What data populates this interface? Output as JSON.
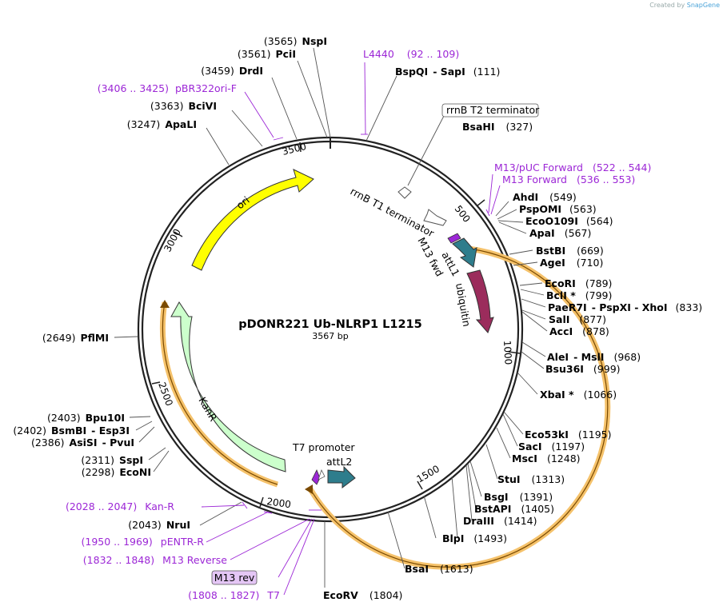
{
  "credit": {
    "prefix": "Created by",
    "brand": "SnapGene"
  },
  "plasmid": {
    "name": "pDONR221 Ub-NLRP1 L1215",
    "size": "3567 bp"
  },
  "ticks": [
    "500",
    "1000",
    "1500",
    "2000",
    "2500",
    "3000",
    "3500"
  ],
  "sites": [
    {
      "num": "(3565)",
      "name": "NspI"
    },
    {
      "num": "(3561)",
      "name": "PciI"
    },
    {
      "num": "(3459)",
      "name": "DrdI"
    },
    {
      "num": "(3363)",
      "name": "BciVI"
    },
    {
      "num": "(3247)",
      "name": "ApaLI"
    },
    {
      "num": "(2649)",
      "name": "PflMI"
    },
    {
      "num": "(2403)",
      "name": "Bpu10I"
    },
    {
      "num": "(2402)",
      "name": "BsmBI",
      "extra": "- Esp3I"
    },
    {
      "num": "(2386)",
      "name": "AsiSI",
      "extra": "- PvuI"
    },
    {
      "num": "(2311)",
      "name": "SspI"
    },
    {
      "num": "(2298)",
      "name": "EcoNI"
    },
    {
      "num": "(2043)",
      "name": "NruI"
    },
    {
      "name": "BspQI",
      "extra": "- SapI",
      "num": "(111)"
    },
    {
      "name": "BsaHI",
      "num": "(327)"
    },
    {
      "name": "AhdI",
      "num": "(549)"
    },
    {
      "name": "PspOMI",
      "num": "(563)"
    },
    {
      "name": "EcoO109I",
      "num": "(564)"
    },
    {
      "name": "ApaI",
      "num": "(567)"
    },
    {
      "name": "BstBI",
      "num": "(669)"
    },
    {
      "name": "AgeI",
      "num": "(710)"
    },
    {
      "name": "EcoRI",
      "num": "(789)"
    },
    {
      "name": "BclI *",
      "num": "(799)"
    },
    {
      "name": "PaeR7I",
      "extra": "- PspXI  - XhoI",
      "num": "(833)"
    },
    {
      "name": "SalI",
      "num": "(877)"
    },
    {
      "name": "AccI",
      "num": "(878)"
    },
    {
      "name": "AleI",
      "extra": "- MslI",
      "num": "(968)"
    },
    {
      "name": "Bsu36I",
      "num": "(999)"
    },
    {
      "name": "XbaI *",
      "num": "(1066)"
    },
    {
      "name": "Eco53kI",
      "num": "(1195)"
    },
    {
      "name": "SacI",
      "num": "(1197)"
    },
    {
      "name": "MscI",
      "num": "(1248)"
    },
    {
      "name": "StuI",
      "num": "(1313)"
    },
    {
      "name": "BsgI",
      "num": "(1391)"
    },
    {
      "name": "BstAPI",
      "num": "(1405)"
    },
    {
      "name": "DraIII",
      "num": "(1414)"
    },
    {
      "name": "BlpI",
      "num": "(1493)"
    },
    {
      "name": "BsaI",
      "num": "(1613)"
    },
    {
      "name": "EcoRV",
      "num": "(1804)"
    }
  ],
  "primers": [
    {
      "name": "L4440",
      "range": "(92 .. 109)"
    },
    {
      "name": "pBR322ori-F",
      "range": "(3406 .. 3425)"
    },
    {
      "name": "M13/pUC Forward",
      "range": "(522 .. 544)"
    },
    {
      "name": "M13 Forward",
      "range": "(536 .. 553)"
    },
    {
      "name": "Kan-R",
      "range": "(2028 .. 2047)"
    },
    {
      "name": "pENTR-R",
      "range": "(1950 .. 1969)"
    },
    {
      "name": "M13 Reverse",
      "range": "(1832 .. 1848)"
    },
    {
      "name": "T7",
      "range": "(1808 .. 1827)"
    }
  ],
  "boxed_label": "M13 rev",
  "features": {
    "rrnB_T2": "rrnB T2 terminator",
    "rrnB_T1": "rrnB T1 terminator",
    "M13_fwd": "M13 fwd",
    "attL1": "attL1",
    "ubiquitin": "ubiquitin",
    "ori": "ori",
    "KanR": "KanR",
    "T7_promoter": "T7 promoter",
    "attL2": "attL2"
  },
  "colors": {
    "ori": "#ffff00",
    "KanR": "#ccffcc",
    "attL": "#2e7d8c",
    "ubiquitin": "#9b2c5c",
    "primer": "#9c27d6",
    "orf": "#f5a623"
  }
}
